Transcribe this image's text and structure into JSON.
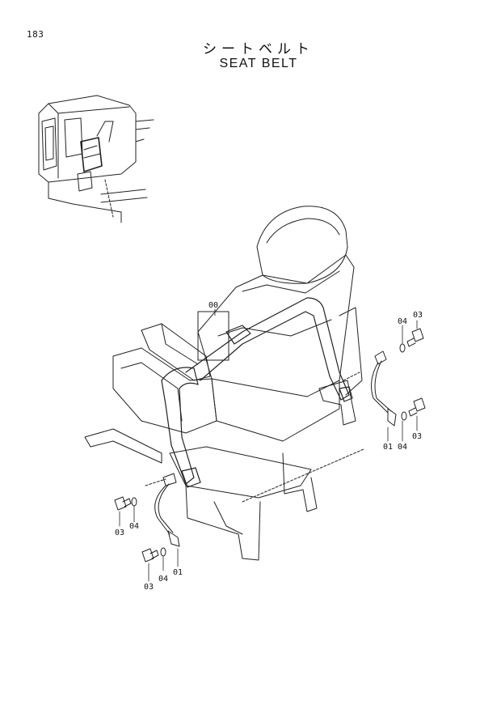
{
  "page_number": "183",
  "title_jp": "シートベルト",
  "title_en": "SEAT BELT",
  "labels": {
    "seat": "00",
    "belt_right": "01",
    "belt_left": "01",
    "bolt_upper_right": "03",
    "bolt_mid_right": "03",
    "bolt_left_upper": "03",
    "bolt_left_lower": "03",
    "washer_upper_right": "04",
    "washer_mid_right": "04",
    "washer_left_upper": "04",
    "washer_left_lower": "04"
  }
}
